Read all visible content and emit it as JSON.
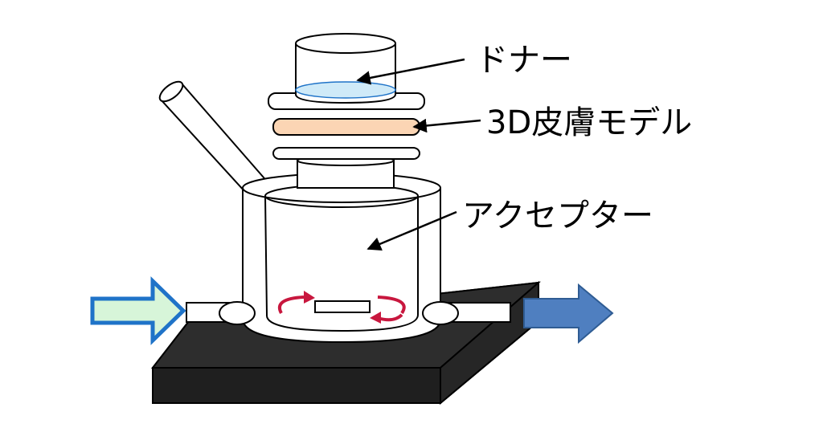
{
  "labels": {
    "donor": "ドナー",
    "skin_model": "3D皮膚モデル",
    "acceptor": "アクセプター"
  },
  "colors": {
    "inflow_arrow_fill": "#d7f5d9",
    "inflow_arrow_stroke": "#1f73c8",
    "outflow_arrow_fill": "#4f7fc0",
    "outflow_arrow_stroke": "#2f5c93",
    "skin_model_fill": "#fbd5b4",
    "donor_liquid_fill": "#cfeaf8",
    "stirrer_arrow": "#c8173e",
    "base_plate": "#2d2d2d"
  }
}
